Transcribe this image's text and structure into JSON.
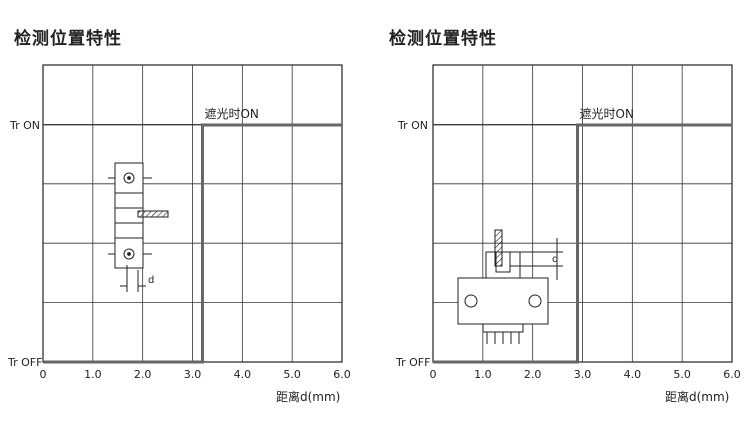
{
  "chart_data": [
    {
      "type": "line",
      "title": "检测位置特性",
      "xlabel": "距离d(mm)",
      "x_ticks": [
        "0",
        "1.0",
        "2.0",
        "3.0",
        "4.0",
        "5.0",
        "6.0"
      ],
      "y_ticks": [
        "Tr ON",
        "Tr OFF"
      ],
      "xlim": [
        0,
        6.0
      ],
      "grid": true,
      "series": [
        {
          "x": [
            0,
            3.2,
            3.2,
            6.0
          ],
          "y": [
            "Tr OFF",
            "Tr OFF",
            "Tr ON",
            "Tr ON"
          ]
        }
      ],
      "annotations": {
        "on_label": "遮光时ON",
        "d_label": "d"
      },
      "inset_icon": "sensor-side-view-icon"
    },
    {
      "type": "line",
      "title": "检测位置特性",
      "xlabel": "距离d(mm)",
      "x_ticks": [
        "0",
        "1.0",
        "2.0",
        "3.0",
        "4.0",
        "5.0",
        "6.0"
      ],
      "y_ticks": [
        "Tr ON",
        "Tr OFF"
      ],
      "xlim": [
        0,
        6.0
      ],
      "grid": true,
      "series": [
        {
          "x": [
            0,
            2.9,
            2.9,
            6.0
          ],
          "y": [
            "Tr OFF",
            "Tr OFF",
            "Tr ON",
            "Tr ON"
          ]
        }
      ],
      "annotations": {
        "on_label": "遮光时ON",
        "d_label": "d"
      },
      "inset_icon": "sensor-front-view-icon"
    }
  ]
}
